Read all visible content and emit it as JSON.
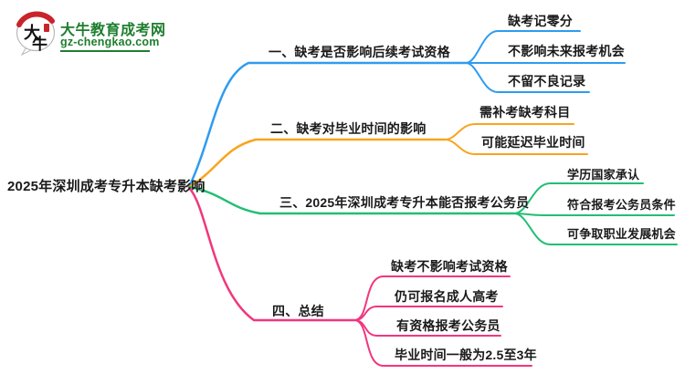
{
  "logo": {
    "icon_char_1": "大",
    "icon_char_2": "牛",
    "site_name": "大牛教育成考网",
    "site_domain": "gz-chengkao.com",
    "colors": {
      "brand_green": "#1E7E2E",
      "brand_red": "#C9242B"
    }
  },
  "root": {
    "label": "2025年深圳成考专升本缺考影响"
  },
  "branches": [
    {
      "label": "一、缺考是否影响后续考试资格",
      "color": "#2E9BF0",
      "children": [
        "缺考记零分",
        "不影响未来报考机会",
        "不留不良记录"
      ]
    },
    {
      "label": "二、缺考对毕业时间的影响",
      "color": "#F7A51F",
      "children": [
        "需补考缺考科目",
        "可能延迟毕业时间"
      ]
    },
    {
      "label": "三、2025年深圳成考专升本能否报考公务员",
      "color": "#21BF73",
      "children": [
        "学历国家承认",
        "符合报考公务员条件",
        "可争取职业发展机会"
      ]
    },
    {
      "label": "四、总结",
      "color": "#F0377E",
      "children": [
        "缺考不影响考试资格",
        "仍可报名成人高考",
        "有资格报考公务员",
        "毕业时间一般为2.5至3年"
      ]
    }
  ]
}
